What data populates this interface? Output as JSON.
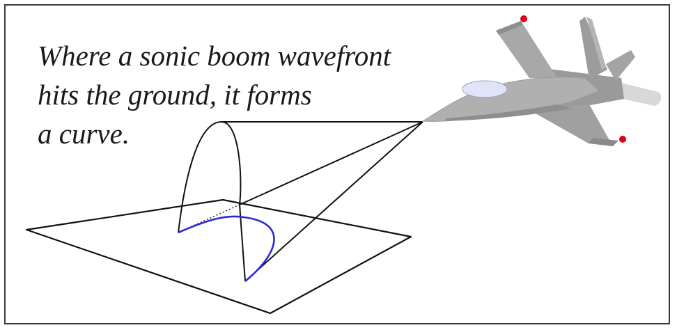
{
  "caption": {
    "lines": [
      "Where a sonic boom wavefront",
      "hits the ground, it forms",
      "a curve."
    ]
  },
  "colors": {
    "frame": "#3a3a3a",
    "lines": "#111111",
    "ground_curve": "#2a2ad8",
    "aircraft_body": "#a9a9a9",
    "aircraft_dark": "#8a8a8a",
    "canopy": "#dfe3f7",
    "wingtip_lights": "#e0001a"
  },
  "icons": {
    "aircraft": "fighter-jet-icon"
  }
}
